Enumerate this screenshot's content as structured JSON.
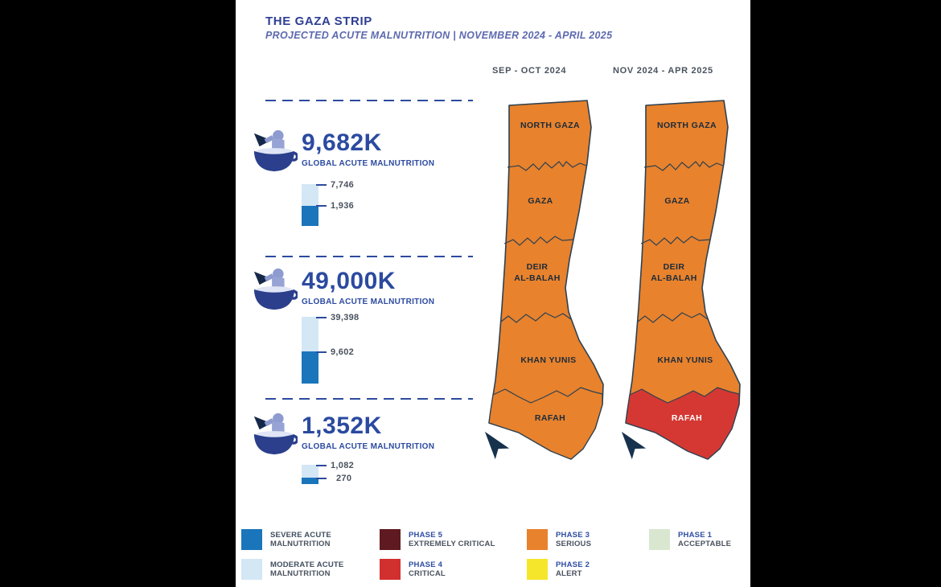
{
  "page": {
    "title": "THE GAZA STRIP",
    "subtitle": "PROJECTED ACUTE MALNUTRITION | NOVEMBER 2024 - APRIL 2025"
  },
  "stats": [
    {
      "value": "9,682K",
      "label": "GLOBAL ACUTE MALNUTRITION",
      "moderate": "7,746",
      "severe": "1,936"
    },
    {
      "value": "49,000K",
      "label": "GLOBAL ACUTE MALNUTRITION",
      "moderate": "39,398",
      "severe": "9,602"
    },
    {
      "value": "1,352K",
      "label": "GLOBAL ACUTE MALNUTRITION",
      "moderate": "1,082",
      "severe": "270"
    }
  ],
  "maps": [
    {
      "period": "SEP - OCT 2024",
      "regions": {
        "north_gaza": "NORTH GAZA",
        "gaza": "GAZA",
        "deir_line1": "DEIR",
        "deir_line2": "AL-BALAH",
        "khan_yunis": "KHAN YUNIS",
        "rafah": "RAFAH"
      },
      "rafah_phase": "phase3"
    },
    {
      "period": "NOV 2024 - APR 2025",
      "regions": {
        "north_gaza": "NORTH GAZA",
        "gaza": "GAZA",
        "deir_line1": "DEIR",
        "deir_line2": "AL-BALAH",
        "khan_yunis": "KHAN YUNIS",
        "rafah": "RAFAH"
      },
      "rafah_phase": "phase4"
    }
  ],
  "legend": [
    {
      "line1": "SEVERE ACUTE",
      "line2": "MALNUTRITION",
      "color": "#1b75bb"
    },
    {
      "line1": "MODERATE ACUTE",
      "line2": "MALNUTRITION",
      "color": "#d3e7f5"
    },
    {
      "line1": "PHASE 5",
      "line2": "EXTREMELY CRITICAL",
      "color": "#5e1a20"
    },
    {
      "line1": "PHASE 4",
      "line2": "CRITICAL",
      "color": "#d22f2f"
    },
    {
      "line1": "PHASE 3",
      "line2": "SERIOUS",
      "color": "#e8822d"
    },
    {
      "line1": "PHASE 2",
      "line2": "ALERT",
      "color": "#f5e62b"
    },
    {
      "line1": "PHASE 1",
      "line2": "ACCEPTABLE",
      "color": "#d9e7d0"
    }
  ],
  "colors": {
    "phase3": "#e8822d",
    "phase4": "#d53833",
    "severe_bar": "#1b75bb",
    "moderate_bar": "#d3e7f5",
    "accent_blue": "#2d4a9e",
    "map_border": "#2e4150"
  },
  "chart_data": [
    {
      "type": "bar",
      "title": "GLOBAL ACUTE MALNUTRITION 9,682K",
      "series": [
        {
          "name": "MODERATE ACUTE MALNUTRITION",
          "values": [
            7746
          ]
        },
        {
          "name": "SEVERE ACUTE MALNUTRITION",
          "values": [
            1936
          ]
        }
      ]
    },
    {
      "type": "bar",
      "title": "GLOBAL ACUTE MALNUTRITION 49,000K",
      "series": [
        {
          "name": "MODERATE ACUTE MALNUTRITION",
          "values": [
            39398
          ]
        },
        {
          "name": "SEVERE ACUTE MALNUTRITION",
          "values": [
            9602
          ]
        }
      ]
    },
    {
      "type": "bar",
      "title": "GLOBAL ACUTE MALNUTRITION 1,352K",
      "series": [
        {
          "name": "MODERATE ACUTE MALNUTRITION",
          "values": [
            1082
          ]
        },
        {
          "name": "SEVERE ACUTE MALNUTRITION",
          "values": [
            270
          ]
        }
      ]
    },
    {
      "type": "heatmap",
      "title": "IPC acute malnutrition phase by governorate",
      "categories": [
        "NORTH GAZA",
        "GAZA",
        "DEIR AL-BALAH",
        "KHAN YUNIS",
        "RAFAH"
      ],
      "series": [
        {
          "name": "SEP - OCT 2024",
          "values": [
            3,
            3,
            3,
            3,
            3
          ]
        },
        {
          "name": "NOV 2024 - APR 2025",
          "values": [
            3,
            3,
            3,
            3,
            4
          ]
        }
      ]
    }
  ]
}
